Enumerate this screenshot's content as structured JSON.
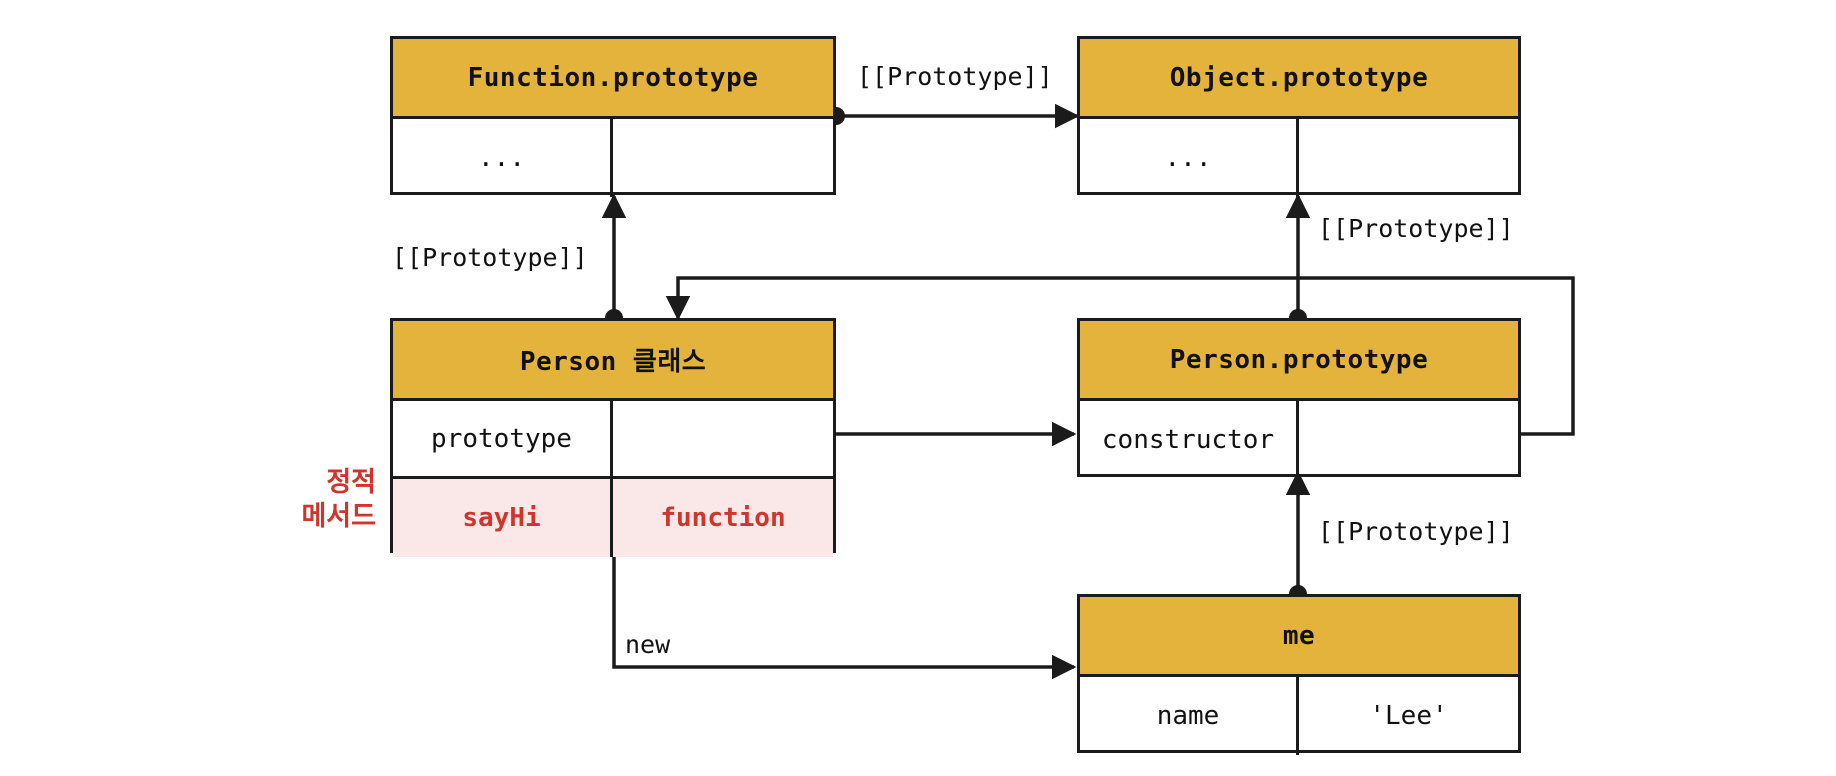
{
  "diagram": {
    "title": "JavaScript prototype chain diagram",
    "colors": {
      "header_fill": "#e4b33c",
      "static_row_fill": "#fae7e7",
      "static_text": "#d0342c",
      "stroke": "#1b1b1b",
      "background": "#ffffff"
    },
    "boxes": {
      "function_prototype": {
        "title": "Function.prototype",
        "rows": [
          {
            "key": "...",
            "value": ""
          }
        ]
      },
      "object_prototype": {
        "title": "Object.prototype",
        "rows": [
          {
            "key": "...",
            "value": ""
          }
        ]
      },
      "person_class": {
        "title": "Person 클래스",
        "rows": [
          {
            "key": "prototype",
            "value": ""
          },
          {
            "key": "sayHi",
            "value": "function"
          }
        ]
      },
      "person_prototype": {
        "title": "Person.prototype",
        "rows": [
          {
            "key": "constructor",
            "value": ""
          }
        ]
      },
      "me": {
        "title": "me",
        "rows": [
          {
            "key": "name",
            "value": "'Lee'"
          }
        ]
      }
    },
    "labels": {
      "proto_top": "[[Prototype]]",
      "proto_left": "[[Prototype]]",
      "proto_right_top": "[[Prototype]]",
      "proto_right_bottom": "[[Prototype]]",
      "new": "new",
      "static_method_note": "정적\n메서드"
    }
  }
}
